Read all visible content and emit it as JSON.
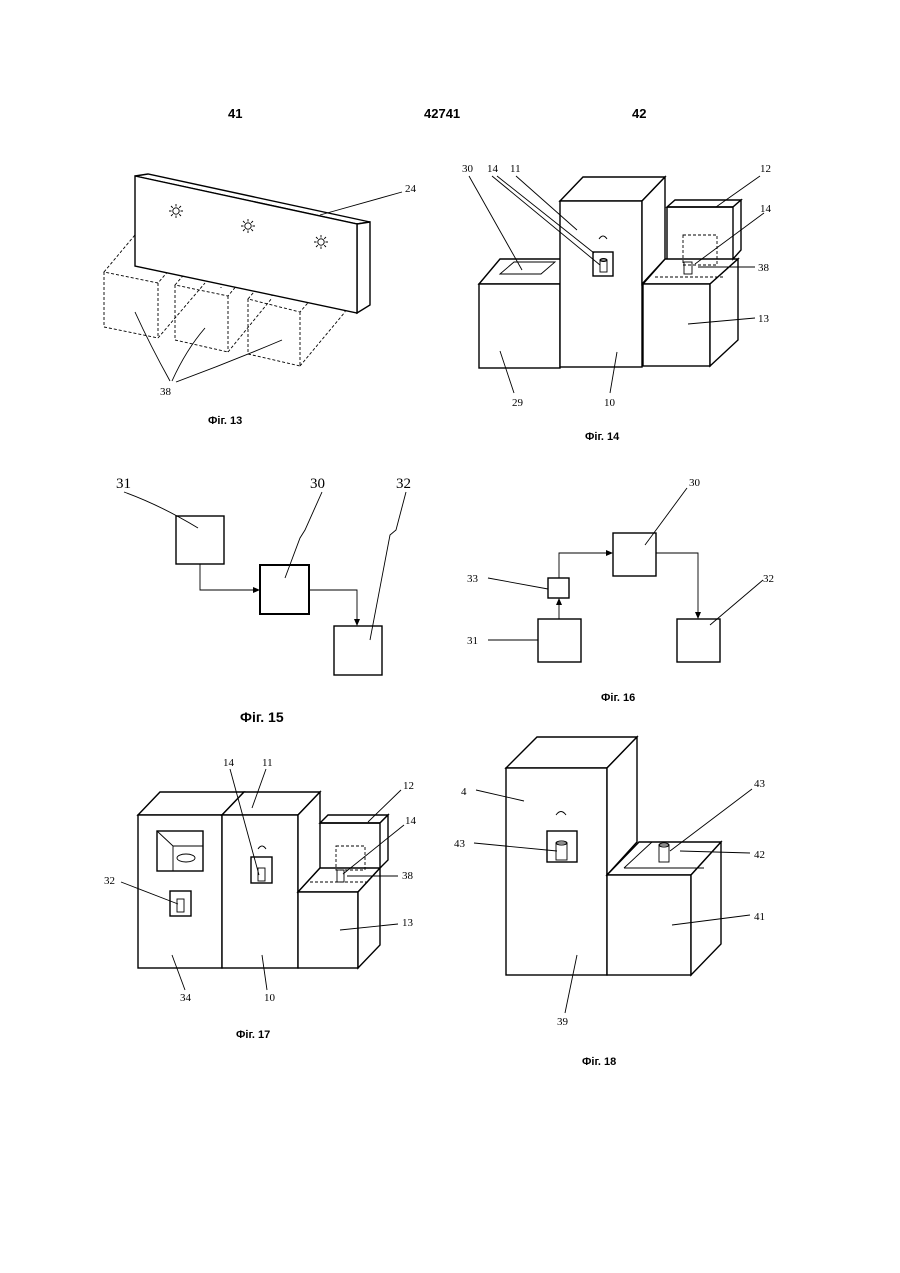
{
  "header": {
    "left": "41",
    "center": "42741",
    "right": "42"
  },
  "fig13": {
    "caption": "Фіг. 13",
    "labels": {
      "l24": "24",
      "l38": "38"
    }
  },
  "fig14": {
    "caption": "Фіг. 14",
    "labels": {
      "l30": "30",
      "l14a": "14",
      "l11": "11",
      "l12": "12",
      "l14b": "14",
      "l38": "38",
      "l13": "13",
      "l29": "29",
      "l10": "10"
    }
  },
  "fig15": {
    "caption": "Фіг. 15",
    "labels": {
      "l31": "31",
      "l30": "30",
      "l32": "32"
    }
  },
  "fig16": {
    "caption": "Фіг. 16",
    "labels": {
      "l30": "30",
      "l33": "33",
      "l32": "32",
      "l31": "31"
    }
  },
  "fig17": {
    "caption": "Фіг. 17",
    "labels": {
      "l14a": "14",
      "l11": "11",
      "l12": "12",
      "l14b": "14",
      "l32": "32",
      "l38": "38",
      "l13": "13",
      "l34": "34",
      "l10": "10"
    }
  },
  "fig18": {
    "caption": "Фіг. 18",
    "labels": {
      "l4": "4",
      "l43a": "43",
      "l43b": "43",
      "l42": "42",
      "l41": "41",
      "l39": "39"
    }
  }
}
